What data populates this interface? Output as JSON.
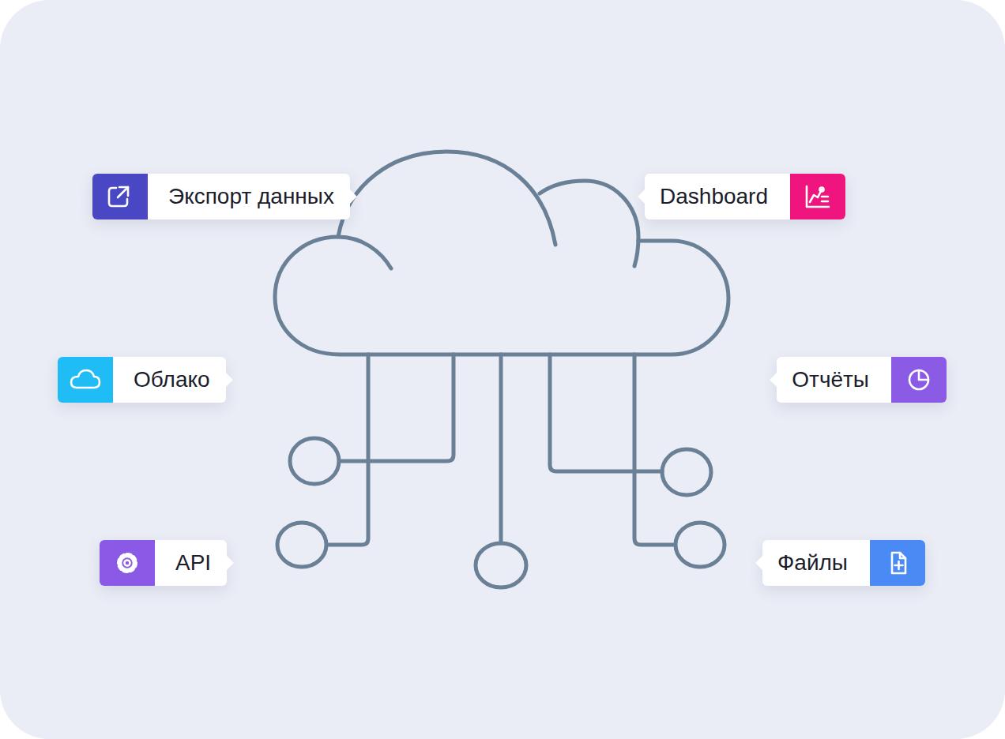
{
  "diagram": {
    "nodes": [
      {
        "text": [
          "Экспорт данных"
        ]
      },
      {
        "text": [
          "Dashboard"
        ]
      },
      {
        "text": [
          "Облако"
        ]
      },
      {
        "text": [
          "Отчёты"
        ]
      },
      {
        "text": [
          "API"
        ]
      },
      {
        "text": [
          "Файлы"
        ]
      }
    ]
  }
}
